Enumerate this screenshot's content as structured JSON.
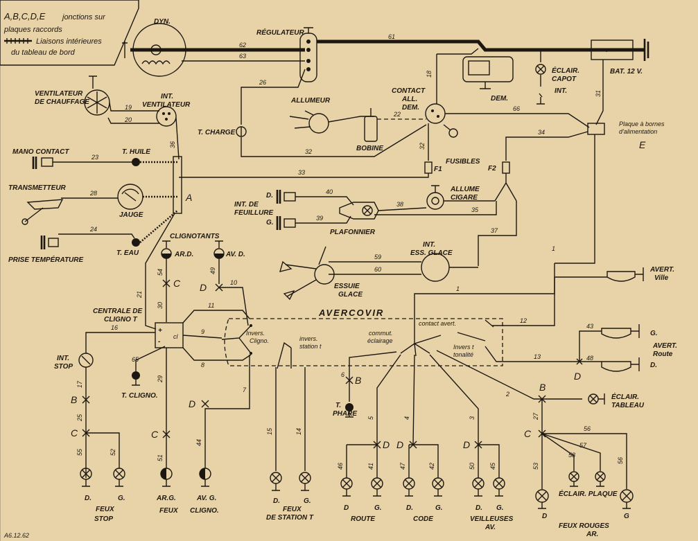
{
  "legend": {
    "line1a": "A,B,C,D,E",
    "line1b": "jonctions sur",
    "line2": "plaques raccords",
    "line3": "Liaisons intérieures",
    "line4": "du tableau de bord"
  },
  "components": {
    "dyn": "DYN.",
    "regulateur": "RÉGULATEUR",
    "bat": "BAT. 12 V.",
    "dem": "DEM.",
    "eclair_capot_1": "ÉCLAIR.",
    "eclair_capot_2": "CAPOT",
    "int": "INT.",
    "ventilateur_1": "VENTILATEUR",
    "ventilateur_2": "DE CHAUFFAGE",
    "int_ventilateur_1": "INT.",
    "int_ventilateur_2": "VENTILATEUR",
    "t_charge": "T. CHARGE",
    "allumeur": "ALLUMEUR",
    "bobine": "BOBINE",
    "contact_1": "CONTACT",
    "contact_2": "ALL.",
    "contact_3": "DEM.",
    "plaque_1": "Plaque à bornes",
    "plaque_2": "d'alimentation",
    "e": "E",
    "mano_contact": "MANO CONTACT",
    "t_huile": "T. HUILE",
    "transmetteur": "TRANSMETTEUR",
    "jauge": "JAUGE",
    "a": "A",
    "prise_temp": "PRISE TEMPÉRATURE",
    "t_eau": "T. EAU",
    "fusibles": "FUSIBLES",
    "f1": "F1",
    "f2": "F2",
    "allume_1": "ALLUME",
    "allume_2": "CIGARE",
    "int_feuillure_1": "INT. DE",
    "int_feuillure_2": "FEUILLURE",
    "feuil_d": "D.",
    "feuil_g": "G.",
    "plafonnier": "PLAFONNIER",
    "clignotants": "CLIGNOTANTS",
    "ar_d": "AR.D.",
    "av_d": "AV. D.",
    "int_ess_1": "INT.",
    "int_ess_2": "ESS. GLACE",
    "essuie_1": "ESSUIE",
    "essuie_2": "GLACE",
    "avercovir": "AVERCOVIR",
    "centrale_1": "CENTRALE  DE",
    "centrale_2": "CLIGNO T",
    "invers_cligno_1": "Invers.",
    "invers_cligno_2": "Cligno.",
    "invers_station_1": "invers.",
    "invers_station_2": "station t",
    "contact_avert": "contact avert.",
    "commut_1": "commut.",
    "commut_2": "éclairage",
    "invers_ton_1": "Invers t",
    "invers_ton_2": "tonalité",
    "avert_ville_1": "AVERT.",
    "avert_ville_2": "Ville",
    "avert_route_1": "AVERT.",
    "avert_route_2": "Route",
    "avert_g": "G.",
    "avert_d": "D.",
    "int_stop_1": "INT.",
    "int_stop_2": "STOP",
    "t_cligno": "T. CLIGNO.",
    "t_phare_1": "T.",
    "t_phare_2": "PHARE",
    "eclair_tableau_1": "ÉCLAIR.",
    "eclair_tableau_2": "TABLEAU",
    "eclair_plaque": "ÉCLAIR. PLAQUE",
    "cl": "cl"
  },
  "junctions": {
    "b": "B",
    "c": "C",
    "d": "D"
  },
  "bottom_labels": {
    "stop_d": "D.",
    "stop_g": "G.",
    "feux_stop_1": "FEUX",
    "feux_stop_2": "STOP",
    "cli_arg": "AR.G.",
    "cli_avg": "AV. G.",
    "feux_cligno_1": "FEUX",
    "feux_cligno_2": "CLIGNO.",
    "stat_d": "D.",
    "stat_g": "G.",
    "feux_station_1": "FEUX",
    "feux_station_2": "DE STATION T",
    "route_d": "D",
    "route_g": "G.",
    "route": "ROUTE",
    "code_d": "D.",
    "code_g": "G.",
    "code": "CODE",
    "veil_d": "D.",
    "veil_g": "G.",
    "veilleuses_1": "VEILLEUSES",
    "veilleuses_2": "AV.",
    "fr_d": "D",
    "fr_g": "G",
    "feux_rouges_1": "FEUX ROUGES",
    "feux_rouges_2": "AR."
  },
  "wire_numbers": [
    "61",
    "62",
    "63",
    "26",
    "18",
    "22",
    "66",
    "31",
    "34",
    "19",
    "20",
    "23",
    "36",
    "28",
    "24",
    "32",
    "33",
    "40",
    "39",
    "38",
    "35",
    "37",
    "1",
    "59",
    "60",
    "54",
    "49",
    "30",
    "10",
    "11",
    "9",
    "8",
    "16",
    "21",
    "65",
    "29",
    "17",
    "25",
    "55",
    "52",
    "51",
    "44",
    "7",
    "15",
    "14",
    "6",
    "5",
    "4",
    "3",
    "46",
    "41",
    "47",
    "42",
    "50",
    "45",
    "12",
    "43",
    "13",
    "48",
    "2",
    "27",
    "56",
    "57",
    "58",
    "53"
  ],
  "footer": "A6.12.62"
}
